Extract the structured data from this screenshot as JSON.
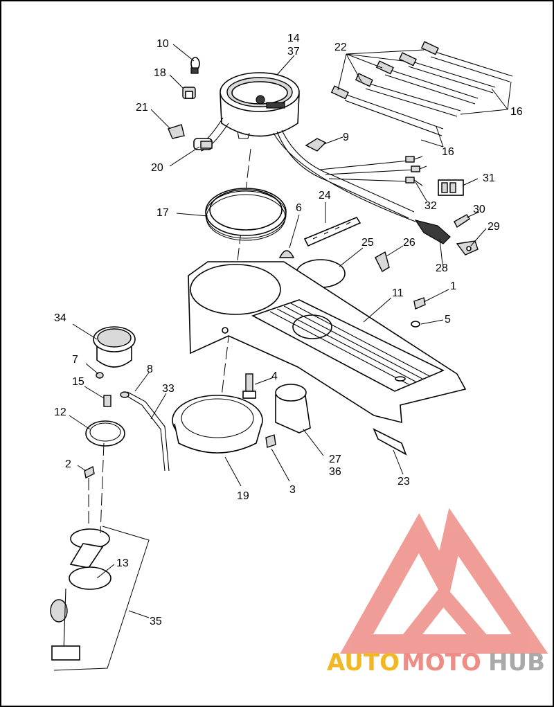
{
  "callouts": {
    "c1": "1",
    "c2": "2",
    "c3": "3",
    "c4": "4",
    "c5": "5",
    "c6": "6",
    "c7": "7",
    "c8": "8",
    "c9": "9",
    "c10": "10",
    "c11": "11",
    "c12": "12",
    "c13": "13",
    "c14": "14",
    "c15": "15",
    "c16a": "16",
    "c16b": "16",
    "c17": "17",
    "c18": "18",
    "c19": "19",
    "c20": "20",
    "c21": "21",
    "c22": "22",
    "c23": "23",
    "c24": "24",
    "c25": "25",
    "c26": "26",
    "c27": "27",
    "c28": "28",
    "c29": "29",
    "c30": "30",
    "c31": "31",
    "c32": "32",
    "c33": "33",
    "c34": "34",
    "c35": "35",
    "c36": "36",
    "c37": "37"
  },
  "watermark": {
    "part_a": "AUTO",
    "part_b": "MOTO",
    "part_c": "HUB",
    "colors": {
      "auto": "#f2b824",
      "moto": "#ee8d86",
      "hub": "#a9a9a9",
      "logo": "#ee8d86"
    }
  }
}
